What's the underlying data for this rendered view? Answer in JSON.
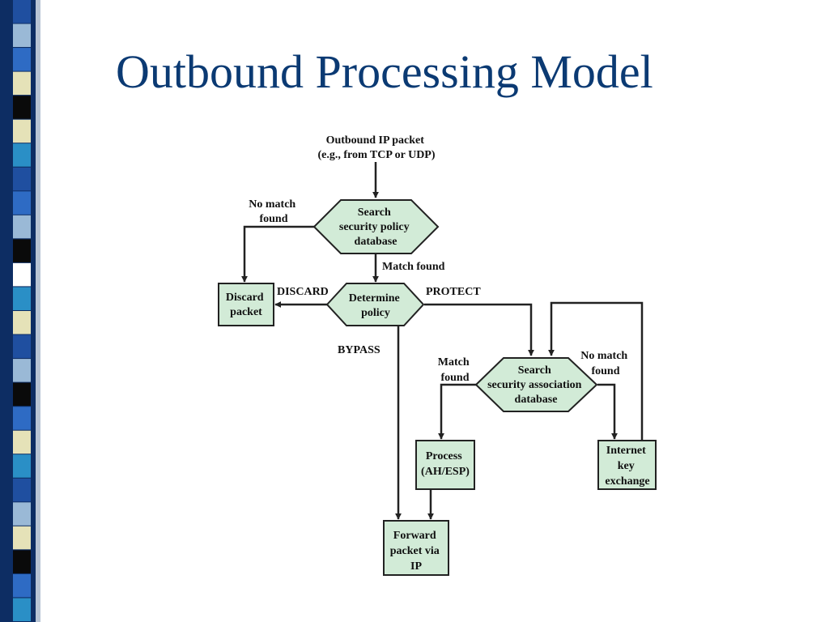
{
  "title": "Outbound Processing Model",
  "colors": {
    "title": "#0b3a73",
    "node_fill": "#d2ebd7",
    "stroke": "#222222",
    "strip": [
      "#1f4fa0",
      "#9ab9d6",
      "#2e6bc4",
      "#e5e2b8",
      "#0a0a0a",
      "#2a8fc6",
      "#ffffff"
    ]
  },
  "diagram": {
    "start": [
      "Outbound IP packet",
      "(e.g., from TCP or UDP)"
    ],
    "search_spd": [
      "Search",
      "security policy",
      "database"
    ],
    "determine_policy": [
      "Determine",
      "policy"
    ],
    "discard_packet": [
      "Discard",
      "packet"
    ],
    "search_sad": [
      "Search",
      "security association",
      "database"
    ],
    "process": [
      "Process",
      "(AH/ESP)"
    ],
    "ike": [
      "Internet",
      "key",
      "exchange"
    ],
    "forward": [
      "Forward",
      "packet via",
      "IP"
    ],
    "labels": {
      "spd_no_match": [
        "No match",
        "found"
      ],
      "spd_match": "Match found",
      "discard": "DISCARD",
      "protect": "PROTECT",
      "bypass": "BYPASS",
      "sad_match": [
        "Match",
        "found"
      ],
      "sad_no_match": [
        "No match",
        "found"
      ]
    }
  }
}
